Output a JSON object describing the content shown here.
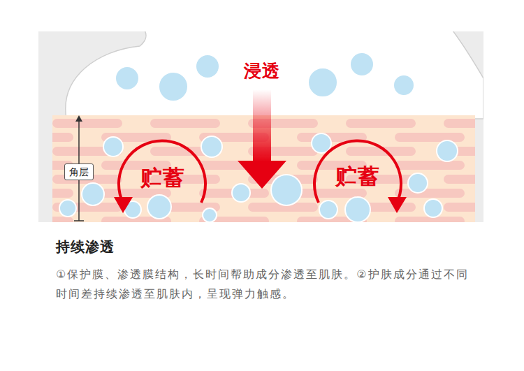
{
  "diagram": {
    "title": "持续渗透",
    "caption": "①保护膜、渗透膜结构，长时间帮助成分渗透至肌肤。②护肤成分通过不同时间差持续渗透至肌肤内，呈现弹力触感。",
    "nodes": [
      {
        "text": [
          "角层"
        ]
      }
    ],
    "labels": [
      "浸透",
      "贮蓄",
      "贮蓄"
    ]
  }
}
